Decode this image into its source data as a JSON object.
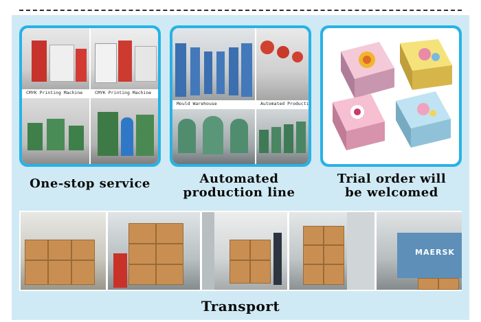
{
  "sections": {
    "one_stop": {
      "heading": "One-stop service",
      "captions": [
        "CMYK Printing Machine",
        "CMYK Printing Machine"
      ]
    },
    "automated": {
      "heading_line1": "Automated",
      "heading_line2": "production line",
      "captions": [
        "Mould Warehouse",
        "Automated Producti"
      ]
    },
    "trial": {
      "heading_line1": "Trial order will",
      "heading_line2": "be welcomed"
    },
    "transport": {
      "heading": "Transport",
      "truck_text": "MAERSK"
    }
  },
  "colors": {
    "panel_background": "#cfeaf4",
    "card_border": "#28b2e6",
    "heading_text": "#0a0a0a"
  }
}
